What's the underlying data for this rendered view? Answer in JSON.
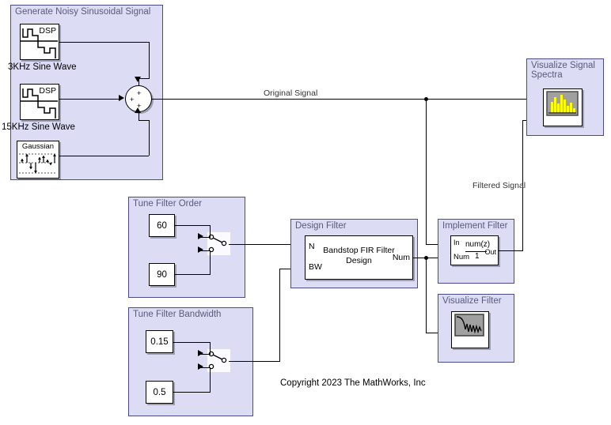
{
  "model": {
    "copyright": "Copyright 2023 The MathWorks, Inc"
  },
  "areas": [
    {
      "id": "generate-noisy-sinusoidal-signal",
      "title": "Generate Noisy Sinusoidal Signal"
    },
    {
      "id": "tune-filter-order",
      "title": "Tune Filter Order"
    },
    {
      "id": "tune-filter-bandwidth",
      "title": "Tune Filter Bandwidth"
    },
    {
      "id": "design-filter",
      "title": "Design Filter"
    },
    {
      "id": "implement-filter",
      "title": "Implement Filter"
    },
    {
      "id": "visualize-signal-spectra",
      "title": "Visualize Signal Spectra"
    },
    {
      "id": "visualize-filter",
      "title": "Visualize Filter"
    }
  ],
  "sources": {
    "sine1": {
      "label": "3KHz Sine Wave",
      "icon": "dsp-sine-wave-icon",
      "badge": "DSP"
    },
    "sine2": {
      "label": "15KHz Sine Wave",
      "icon": "dsp-sine-wave-icon",
      "badge": "DSP"
    },
    "noise": {
      "label": "",
      "icon": "gaussian-noise-icon",
      "badge": "Gaussian"
    }
  },
  "sum_block": {
    "name": "sum-block",
    "signs": [
      "+",
      "+",
      "+"
    ]
  },
  "constants": {
    "order_a": "60",
    "order_b": "90",
    "bw_a": "0.15",
    "bw_b": "0.5"
  },
  "design_filter_block": {
    "title_line1": "Bandstop FIR Filter",
    "title_line2": "Design",
    "inputs": [
      "N",
      "BW"
    ],
    "outputs": [
      "Num"
    ]
  },
  "implement_filter_block": {
    "numerator": "num(z)",
    "denominator": "1",
    "inputs": [
      "In",
      "Num"
    ],
    "outputs": [
      "Out"
    ]
  },
  "signal_labels": {
    "original": "Original Signal",
    "filtered": "Filtered Signal"
  },
  "colors": {
    "area_fill": "#dcdcf5",
    "area_border": "#4a4a8a",
    "area_title": "#5a5a7a",
    "block_fill": "#ffffff",
    "block_border": "#000000",
    "wire": "#000000",
    "scope_screen": "#a0a0a0",
    "spectrum_bars": "#ffff00",
    "canvas": "#ffffff"
  },
  "icons": {
    "spectrum_analyzer": "spectrum-analyzer-icon",
    "filter_response": "filter-visualizer-icon",
    "manual_switch": "manual-switch-icon"
  }
}
